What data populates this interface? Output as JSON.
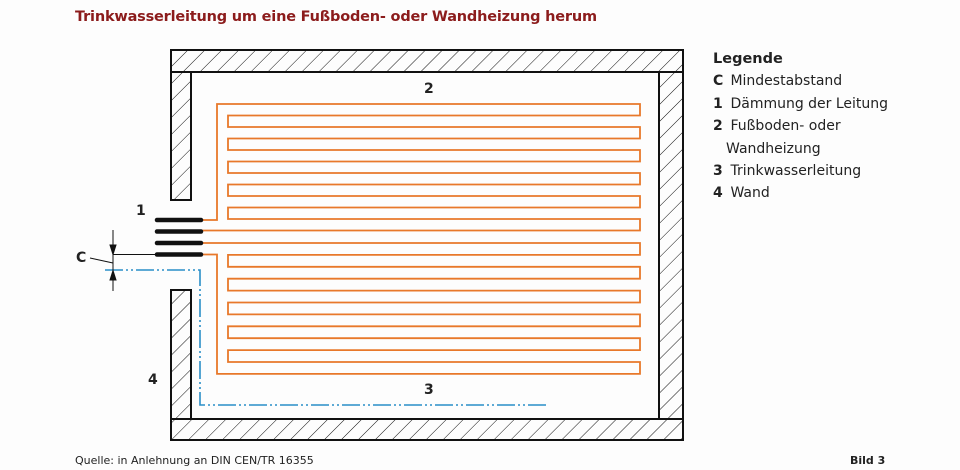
{
  "title": "Trinkwasserleitung um eine Fußboden- oder Wandheizung herum",
  "colors": {
    "title": "#8c1c1c",
    "heating": "#e8782a",
    "water_pipe": "#2a8fc8",
    "wall": "#111111"
  },
  "diagram": {
    "labels": {
      "c": "C",
      "one": "1",
      "two": "2",
      "three": "3",
      "four": "4"
    }
  },
  "legend": {
    "heading": "Legende",
    "items": [
      {
        "key": "C",
        "text": "Mindestabstand"
      },
      {
        "key": "1",
        "text": "Dämmung der Leitung"
      },
      {
        "key": "2",
        "text": "Fußboden- oder",
        "text_cont": "Wandheizung"
      },
      {
        "key": "3",
        "text": "Trinkwasserleitung"
      },
      {
        "key": "4",
        "text": "Wand"
      }
    ]
  },
  "footer": {
    "source": "Quelle: in Anlehnung an DIN CEN/TR 16355",
    "figure": "Bild 3"
  }
}
